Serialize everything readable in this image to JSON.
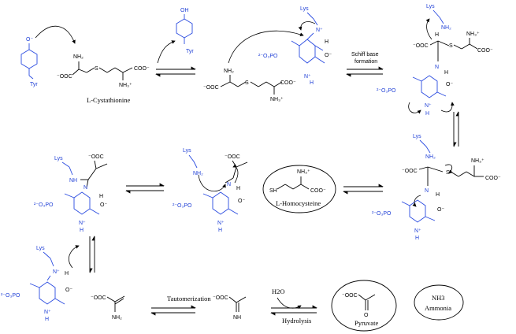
{
  "labels": {
    "cystathionine": "L-Cystathionine",
    "homocysteine": "L-Homocysteine",
    "schiff_line1": "Schiff base",
    "schiff_line2": "formation",
    "tautomerization": "Tautomerization",
    "hydrolysis": "Hydrolysis",
    "pyruvate": "Pyruvate",
    "ammonia": "Ammonia",
    "nh3": "NH3",
    "h2o": "H2O"
  },
  "atoms": {
    "tyr": "Tyr",
    "lys": "Lys",
    "oh": "OH",
    "o_minus": "O⁻",
    "nh2": "NH₂",
    "nh3_plus": "NH₃⁺",
    "coo_minus": "COO⁻",
    "minus_ooc": "⁻OOC",
    "sulfur": "S",
    "sh": "SH",
    "n": "N",
    "n_plus": "N⁺",
    "h": "H",
    "phosphate": "²⁻O₃PO",
    "nh": "NH",
    "o": "O"
  },
  "colors": {
    "enzyme_residue": "#1f3fd6",
    "structure": "#000000"
  }
}
